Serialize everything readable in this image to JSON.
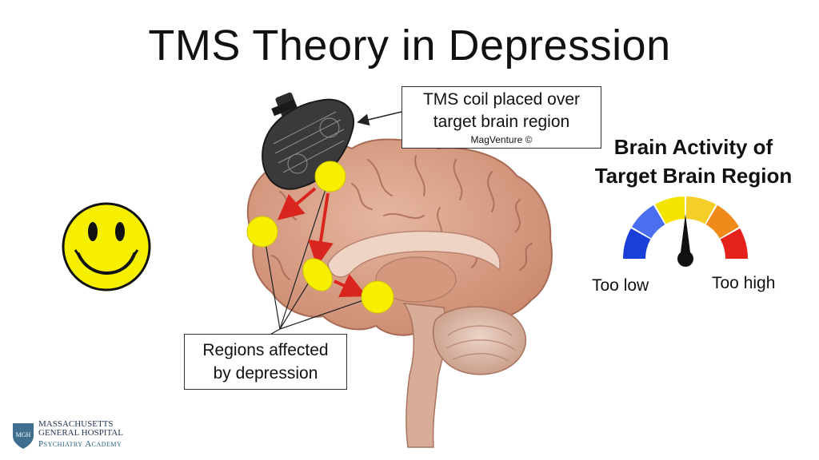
{
  "title": "TMS Theory in Depression",
  "coil_callout": {
    "line1": "TMS coil placed over",
    "line2": "target brain region",
    "credit": "MagVenture ©"
  },
  "regions_callout": {
    "line1": "Regions affected",
    "line2": "by depression"
  },
  "gauge": {
    "title_line1": "Brain Activity of",
    "title_line2": "Target Brain Region",
    "low_label": "Too low",
    "high_label": "Too high",
    "level_fraction": 0.5,
    "segment_colors": [
      "#1a3fd8",
      "#4a6ef0",
      "#f5e400",
      "#f4cf2a",
      "#f08a1a",
      "#e5211c"
    ]
  },
  "logo": {
    "badge": "MGH",
    "line1": "MASSACHUSETTS",
    "line2": "GENERAL HOSPITAL",
    "line3": "Psychiatry Academy"
  },
  "colors": {
    "region_fill": "#f6f000",
    "arrow": "#d9251d",
    "brain": "#d9a189"
  }
}
